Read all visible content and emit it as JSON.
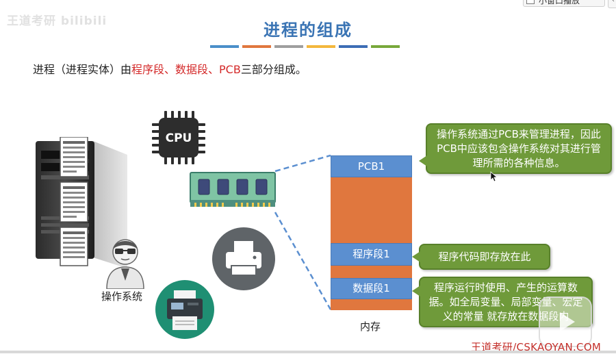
{
  "top_button": {
    "label": "小窗口播放",
    "chevron": "‹"
  },
  "watermark": {
    "text": "王道考研 bilibili"
  },
  "slide": {
    "title": "进程的组成",
    "stripe_colors": [
      "#4a8fc9",
      "#e0773e",
      "#9e9e9e",
      "#f3b73c",
      "#3d6db5",
      "#78a83a"
    ],
    "intro": {
      "prefix": "进程（进程实体）由",
      "red_text": "程序段、数据段、PCB",
      "suffix": "三部分组成。"
    }
  },
  "icons": {
    "cpu_label": "CPU",
    "os_label": "操作系统"
  },
  "memory": {
    "segments": [
      {
        "label": "PCB1",
        "kind": "blue"
      },
      {
        "label": "",
        "kind": "orange"
      },
      {
        "label": "程序段1",
        "kind": "blue"
      },
      {
        "label": "",
        "kind": "orange"
      },
      {
        "label": "数据段1",
        "kind": "blue"
      },
      {
        "label": "",
        "kind": "orange"
      }
    ],
    "label": "内存"
  },
  "callouts": {
    "pcb": "操作系统通过PCB来管理进程，因此PCB中应该包含操作系统对其进行管理所需的各种信息。",
    "program": "程序代码即存放在此",
    "data": "程序运行时使用、产生的运算数据。如全局变量、局部变量、宏定义的常量 就存放在数据段内"
  },
  "brand": "王道考研/CSKAOYAN.COM",
  "colors": {
    "title": "#3a74b4",
    "accent_red": "#d42a2a",
    "segment_blue": "#5b8fd0",
    "segment_orange": "#e0773e",
    "callout_green": "#6f9a3a"
  }
}
